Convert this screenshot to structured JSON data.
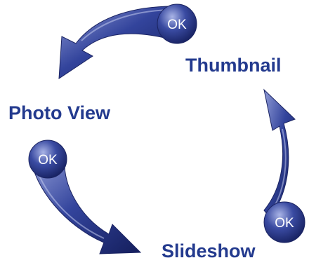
{
  "diagram": {
    "nodes": [
      {
        "id": "thumbnail",
        "label": "Thumbnail"
      },
      {
        "id": "photo_view",
        "label": "Photo View"
      },
      {
        "id": "slideshow",
        "label": "Slideshow"
      }
    ],
    "transitions": [
      {
        "from": "thumbnail",
        "to": "photo_view",
        "button_label": "OK"
      },
      {
        "from": "photo_view",
        "to": "slideshow",
        "button_label": "OK"
      },
      {
        "from": "slideshow",
        "to": "thumbnail",
        "button_label": "OK"
      }
    ]
  },
  "colors": {
    "label_text": "#233a8e",
    "arrow_dark": "#141e5c",
    "arrow_mid": "#33449c",
    "arrow_light": "#8f9bd6",
    "button_text": "#ffffff"
  },
  "icons": {
    "transition_arrow": "curved-arrow-icon",
    "ok_button": "ok-button-icon"
  }
}
